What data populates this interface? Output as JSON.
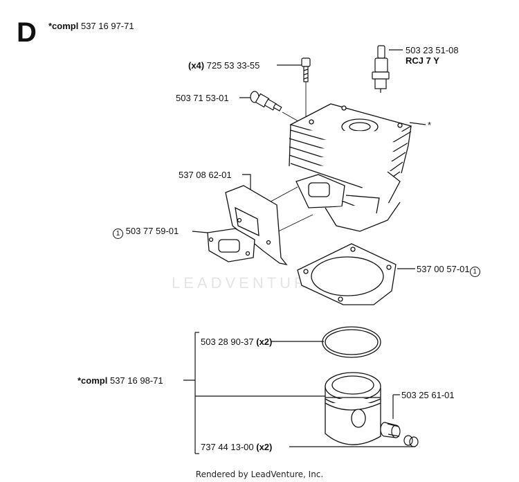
{
  "section": {
    "letter": "D"
  },
  "assembly_top": {
    "prefix": "*compl",
    "number": "537 16 97-71"
  },
  "assembly_piston": {
    "prefix": "*compl",
    "number": "537 16 98-71"
  },
  "parts": {
    "screw": {
      "qty": "(x4)",
      "number": "725 53 33-55"
    },
    "spark_plug": {
      "number": "503 23 51-08",
      "type": "RCJ 7 Y"
    },
    "decomp_valve": {
      "number": "503 71 53-01"
    },
    "cylinder_marker": {
      "text": "*"
    },
    "heat_shield": {
      "number": "537 08 62-01"
    },
    "exhaust_gasket": {
      "number": "503 77 59-01",
      "note": "1"
    },
    "base_gasket": {
      "number": "537 00 57-01",
      "note": "1"
    },
    "piston_ring": {
      "number": "503 28 90-37",
      "qty": "(x2)"
    },
    "needle_bearing": {
      "number": "503 25 61-01"
    },
    "circlip": {
      "number": "737 44 13-00",
      "qty": "(x2)"
    }
  },
  "watermark": "LEADVENTURE",
  "footer": "Rendered by LeadVenture, Inc."
}
